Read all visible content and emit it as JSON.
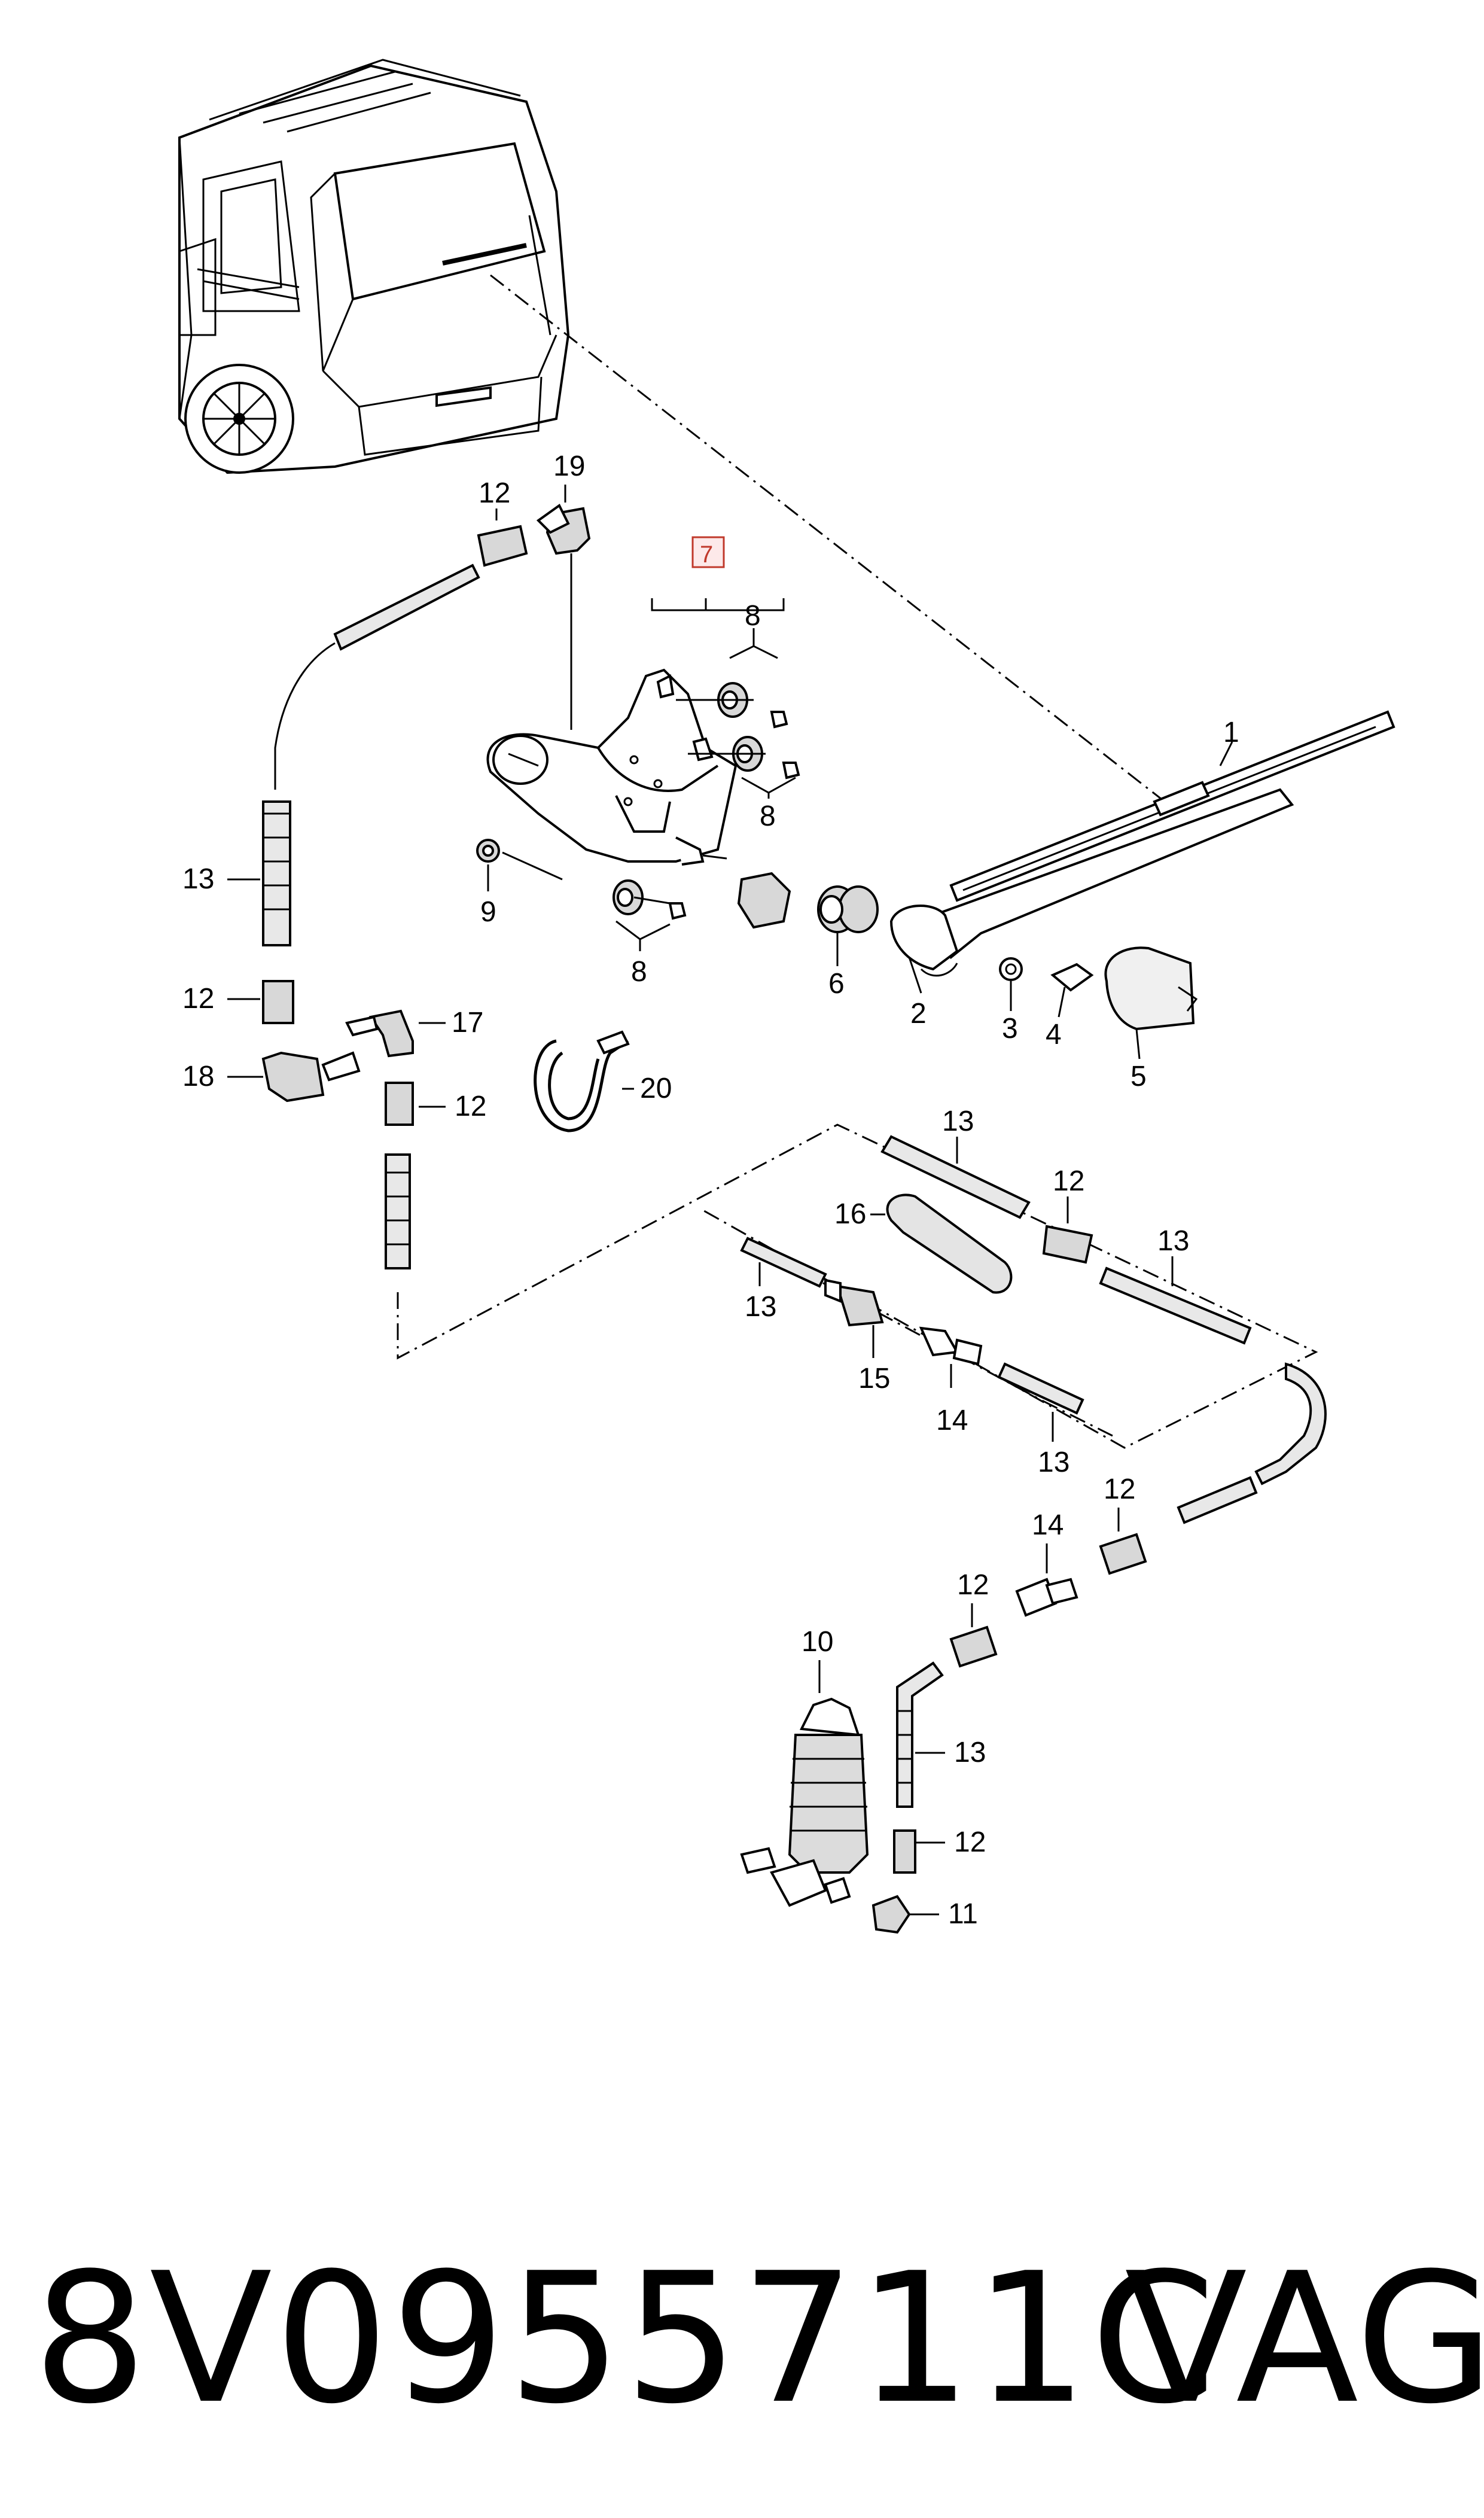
{
  "diagram": {
    "group_label": "7",
    "group_label_color": "#c0392b",
    "callouts": {
      "c1": "1",
      "c2": "2",
      "c3": "3",
      "c4": "4",
      "c5": "5",
      "c6": "6",
      "c8a": "8",
      "c8b": "8",
      "c8c": "8",
      "c9": "9",
      "c10": "10",
      "c11": "11",
      "c12a": "12",
      "c12b": "12",
      "c12c": "12",
      "c12d": "12",
      "c12e": "12",
      "c12f": "12",
      "c12g": "12",
      "c13a": "13",
      "c13b": "13",
      "c13c": "13",
      "c13d": "13",
      "c13e": "13",
      "c13f": "13",
      "c14a": "14",
      "c14b": "14",
      "c15": "15",
      "c16": "16",
      "c17": "17",
      "c18": "18",
      "c19": "19",
      "c20": "20"
    }
  },
  "footer": {
    "part_number": "8V0955711C",
    "brand": "VAG"
  }
}
